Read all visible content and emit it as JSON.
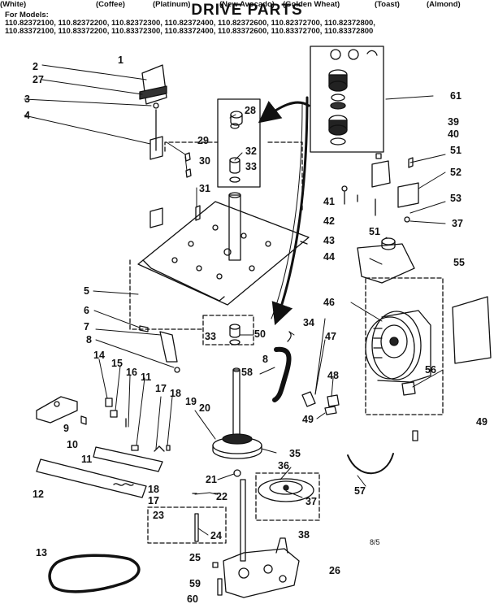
{
  "title": "DRIVE PARTS",
  "header": {
    "for_models": "For Models:",
    "models_row_1": "110.82372100, 110.82372200, 110.82372300, 110.82372400, 110.82372600, 110.82372700, 110.82372800,",
    "models_row_2": "110.83372100, 110.83372200, 110.83372300, 110.83372400, 110.83372600, 110.83372700, 110.83372800",
    "colors": [
      "(White)",
      "(Coffee)",
      "(Platinum)",
      "(New Avocado)",
      "(Golden Wheat)",
      "(Toast)",
      "(Almond)"
    ]
  },
  "callouts": [
    "1",
    "2",
    "3",
    "4",
    "5",
    "6",
    "7",
    "8",
    "8",
    "9",
    "10",
    "11",
    "11",
    "12",
    "13",
    "14",
    "15",
    "16",
    "17",
    "17",
    "18",
    "18",
    "19",
    "20",
    "21",
    "22",
    "23",
    "24",
    "25",
    "26",
    "27",
    "28",
    "29",
    "30",
    "31",
    "32",
    "33",
    "33",
    "34",
    "35",
    "36",
    "37",
    "37",
    "38",
    "39",
    "40",
    "41",
    "42",
    "43",
    "44",
    "46",
    "47",
    "48",
    "49",
    "49",
    "50",
    "51",
    "51",
    "52",
    "53",
    "55",
    "56",
    "57",
    "58",
    "59",
    "60",
    "61"
  ],
  "page_code": "8/5"
}
